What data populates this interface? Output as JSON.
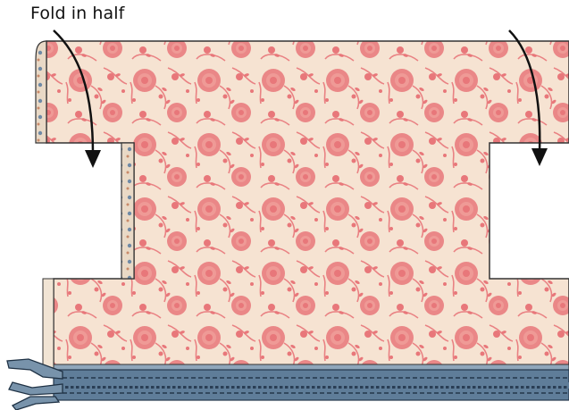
{
  "instruction": {
    "label": "Fold in half"
  },
  "fabric": {
    "pattern_base_color": "#f6e3d2",
    "pattern_motif_color": "#e8777a",
    "lining_color": "#6f8aa6"
  },
  "zipper": {
    "color": "#5f7d99",
    "teeth_color": "#2a3e55"
  },
  "arrows": [
    {
      "name": "left-fold-arrow"
    },
    {
      "name": "right-fold-arrow"
    }
  ]
}
